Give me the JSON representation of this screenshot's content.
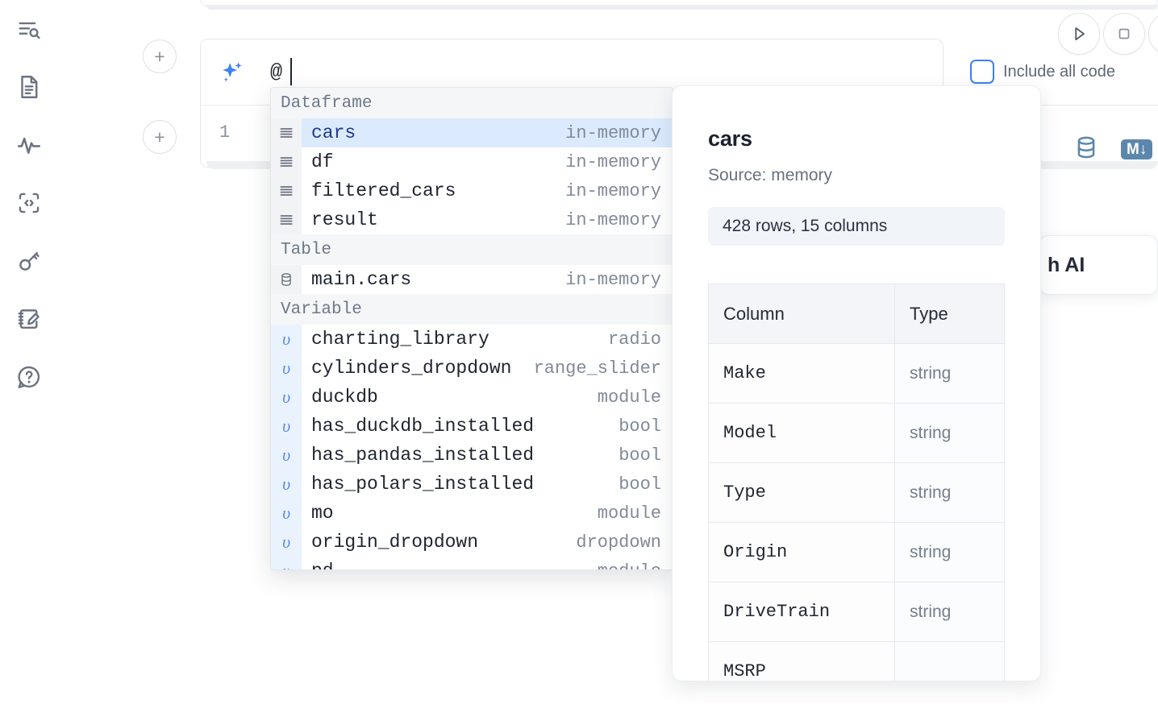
{
  "app": {
    "sidebar": {
      "items": [
        {
          "name": "outline-search",
          "icon": "list-search-icon"
        },
        {
          "name": "notebook-file",
          "icon": "file-text-icon"
        },
        {
          "name": "activity",
          "icon": "activity-pulse-icon"
        },
        {
          "name": "snippets",
          "icon": "code-brackets-icon"
        },
        {
          "name": "secrets",
          "icon": "key-icon"
        },
        {
          "name": "scratchpad",
          "icon": "notebook-pencil-icon"
        },
        {
          "name": "help",
          "icon": "chat-question-icon"
        }
      ]
    },
    "add_cell_label": "+",
    "toolbar": {
      "run_label": "▷",
      "stop_label": "□",
      "include_all_code_label": "Include all code",
      "include_all_code_checked": false
    },
    "cell": {
      "line_number": "1",
      "tools": [
        {
          "name": "database-icon",
          "label": "database"
        },
        {
          "name": "markdown-icon",
          "label": "M↓"
        }
      ]
    },
    "ai_prompt": {
      "value": "@",
      "icon": "sparkles-icon",
      "accent": "#3b82f6"
    },
    "ai_chip_label": "h AI"
  },
  "autocomplete": {
    "groups": [
      {
        "label": "Dataframe",
        "icon": "dataframe-rows-icon",
        "gutter_kind": "plain",
        "items": [
          {
            "name": "cars",
            "meta": "in-memory",
            "selected": true
          },
          {
            "name": "df",
            "meta": "in-memory",
            "selected": false
          },
          {
            "name": "filtered_cars",
            "meta": "in-memory",
            "selected": false
          },
          {
            "name": "result",
            "meta": "in-memory",
            "selected": false
          }
        ]
      },
      {
        "label": "Table",
        "icon": "database-icon",
        "gutter_kind": "plain",
        "items": [
          {
            "name": "main.cars",
            "meta": "in-memory",
            "selected": false
          }
        ]
      },
      {
        "label": "Variable",
        "icon": "variable-upsilon-icon",
        "gutter_kind": "var",
        "items": [
          {
            "name": "charting_library",
            "meta": "radio",
            "selected": false
          },
          {
            "name": "cylinders_dropdown",
            "meta": "range_slider",
            "selected": false
          },
          {
            "name": "duckdb",
            "meta": "module",
            "selected": false
          },
          {
            "name": "has_duckdb_installed",
            "meta": "bool",
            "selected": false
          },
          {
            "name": "has_pandas_installed",
            "meta": "bool",
            "selected": false
          },
          {
            "name": "has_polars_installed",
            "meta": "bool",
            "selected": false
          },
          {
            "name": "mo",
            "meta": "module",
            "selected": false
          },
          {
            "name": "origin_dropdown",
            "meta": "dropdown",
            "selected": false
          },
          {
            "name": "pd",
            "meta": "module",
            "selected": false
          }
        ]
      }
    ]
  },
  "detail_panel": {
    "title": "cars",
    "source": "Source: memory",
    "shape": "428 rows, 15 columns",
    "columns_header": "Column",
    "type_header": "Type",
    "rows": [
      {
        "column": "Make",
        "type": "string"
      },
      {
        "column": "Model",
        "type": "string"
      },
      {
        "column": "Type",
        "type": "string"
      },
      {
        "column": "Origin",
        "type": "string"
      },
      {
        "column": "DriveTrain",
        "type": "string"
      },
      {
        "column": "MSRP",
        "type": ""
      }
    ]
  }
}
